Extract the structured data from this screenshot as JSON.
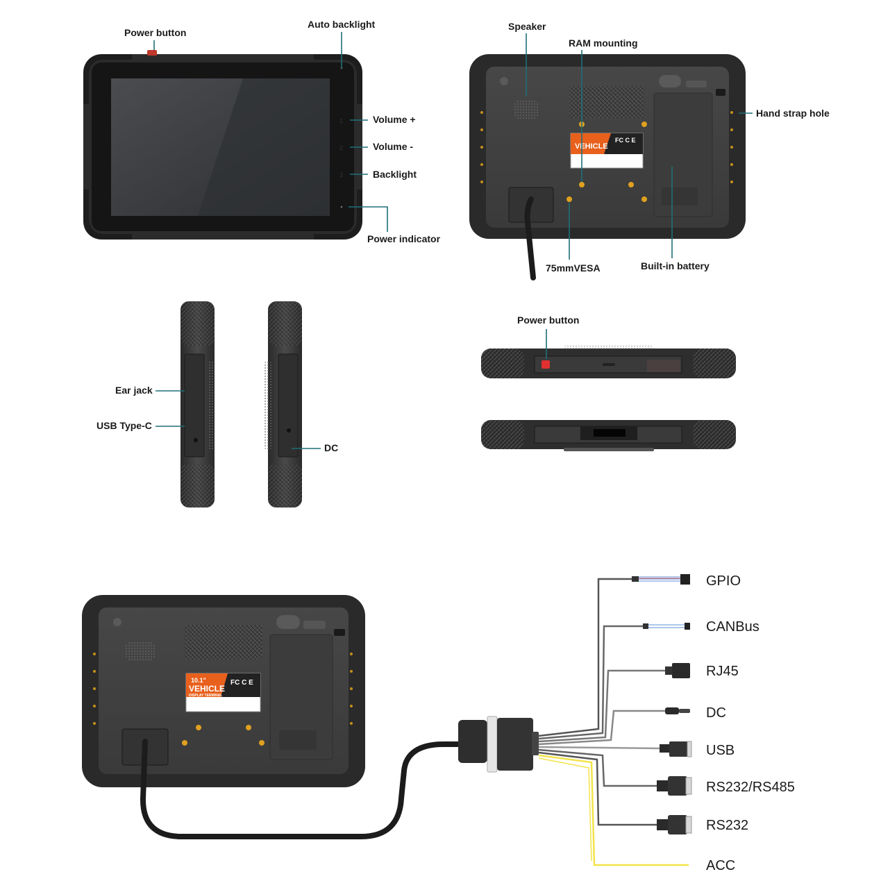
{
  "front_view": {
    "labels": {
      "power_button": "Power button",
      "auto_backlight": "Auto backlight",
      "volume_up": "Volume +",
      "volume_down": "Volume -",
      "backlight": "Backlight",
      "power_indicator": "Power indicator"
    },
    "key_numbers": [
      "1",
      "2",
      "3"
    ]
  },
  "back_view": {
    "labels": {
      "speaker": "Speaker",
      "ram_mounting": "RAM mounting",
      "hand_strap_hole": "Hand strap hole",
      "vesa": "75mmVESA",
      "battery": "Built-in battery"
    }
  },
  "side_views": {
    "labels": {
      "ear_jack": "Ear jack",
      "usb_type_c": "USB Type-C",
      "dc": "DC"
    }
  },
  "top_view": {
    "labels": {
      "power_button": "Power button"
    }
  },
  "device_label": {
    "size": "10.1\"",
    "title": "VEHICLE",
    "subtitle": "DISPLAY TERMINAL",
    "certs": "FC C E"
  },
  "cable_connectors": [
    "GPIO",
    "CANBus",
    "RJ45",
    "DC",
    "USB",
    "RS232/RS485",
    "RS232",
    "ACC"
  ],
  "colors": {
    "lead_line": "#1f6f78",
    "body_dark": "#2b2b2b",
    "body_mid": "#3d3d3d",
    "screen": "#3a3c40",
    "screw_gold": "#e0a020",
    "label_orange": "#e8601c",
    "acc_wire": "#f2e34a"
  }
}
